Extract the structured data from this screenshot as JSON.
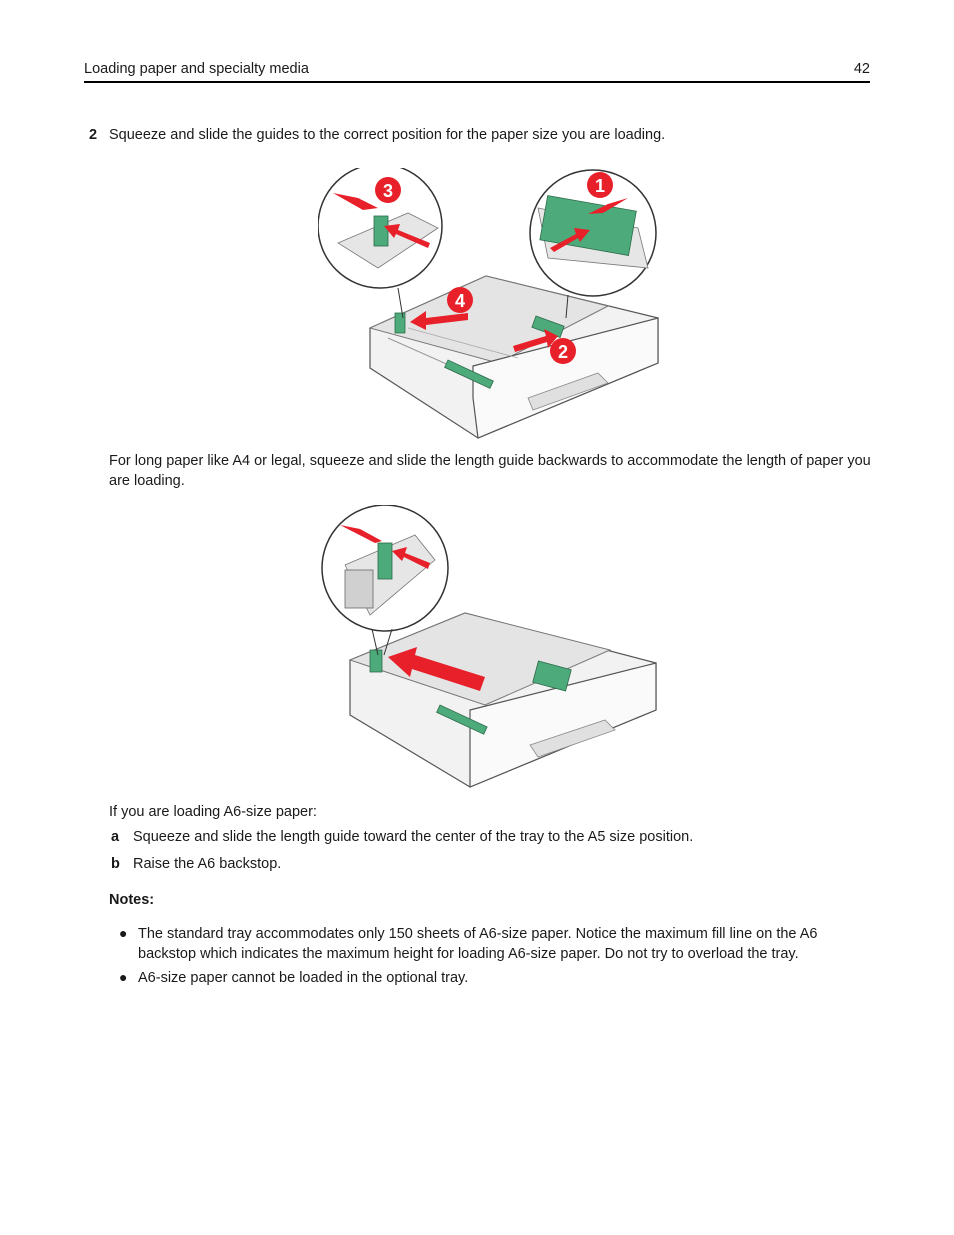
{
  "header": {
    "title": "Loading paper and specialty media",
    "page_number": "42"
  },
  "step": {
    "number": "2",
    "text": "Squeeze and slide the guides to the correct position for the paper size you are loading."
  },
  "figure1": {
    "callouts": [
      "1",
      "2",
      "3",
      "4"
    ]
  },
  "paragraph_long_paper": "For long paper like A4 or legal, squeeze and slide the length guide backwards to accommodate the length of paper you are loading.",
  "a6_intro": "If you are loading A6-size paper:",
  "substeps": [
    {
      "letter": "a",
      "text": "Squeeze and slide the length guide toward the center of the tray to the A5 size position."
    },
    {
      "letter": "b",
      "text": "Raise the A6 backstop."
    }
  ],
  "notes": {
    "title": "Notes:",
    "items": [
      "The standard tray accommodates only 150 sheets of A6-size paper. Notice the maximum fill line on the A6 backstop which indicates the maximum height for loading A6-size paper. Do not try to overload the tray.",
      "A6-size paper cannot be loaded in the optional tray."
    ]
  },
  "colors": {
    "arrow_red": "#e8202a",
    "guide_green": "#4daa7a",
    "tray_gray": "#d8d8d8"
  }
}
